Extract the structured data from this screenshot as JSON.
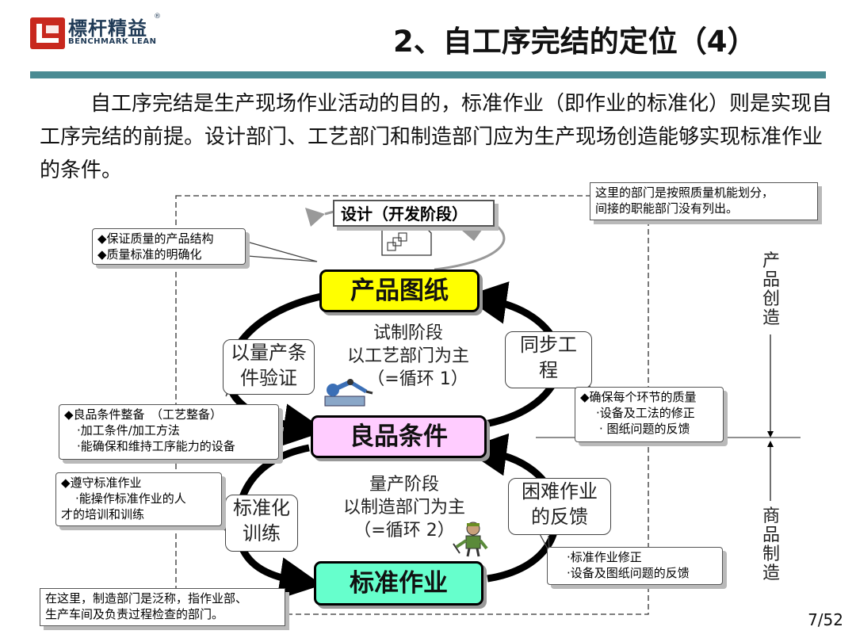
{
  "logo": {
    "cn": "標杆精益",
    "en": "BENCHMARK LEAN",
    "mark": "®"
  },
  "title": "2、自工序完结的定位（4）",
  "intro": "自工序完结是生产现场作业活动的目的，标准作业（即作业的标准化）则是实现自工序完结的前提。设计部门、工艺部门和制造部门应为生产现场创造能够实现标准作业的条件。",
  "design_label": "设计（开发阶段）",
  "note_top_right": [
    "这里的部门是按照质量机能划分，",
    "间接的职能部门没有列出。"
  ],
  "note_design": [
    "◆保证质量的产品结构",
    "◆质量标准的明确化"
  ],
  "box_drawing": "产品图纸",
  "box_conditions": "良品条件",
  "box_standard": "标准作业",
  "trial_phase": [
    "试制阶段",
    "以工艺部门为主",
    "（=循环 1）"
  ],
  "mass_phase": [
    "量产阶段",
    "以制造部门为主",
    "（=循环 2）"
  ],
  "bubble_verify": [
    "以量产条",
    "件验证"
  ],
  "bubble_sync": [
    "同步工",
    "程"
  ],
  "bubble_train": [
    "标准化",
    "训练"
  ],
  "bubble_feedback": [
    "困难作业",
    "的反馈"
  ],
  "note_conditions": [
    "◆良品条件整备　（工艺整备）",
    "·加工条件/加工方法",
    "·能确保和维持工序能力的设备"
  ],
  "note_quality": [
    "◆确保每个环节的质量",
    "·设备及工法的修正",
    "· 图纸问题的反馈"
  ],
  "note_standard": [
    "◆遵守标准作业",
    "·能操作标准作业的人",
    "才的培训和训练"
  ],
  "note_correction": [
    "·标准作业修正",
    "·设备及图纸问题的反馈"
  ],
  "note_bottom": [
    "在这里，制造部门是泛称，指作业部、",
    "生产车间及负责过程检查的部门。"
  ],
  "side_product": "产品创造",
  "side_goods": "商品制造",
  "page": "7/52",
  "colors": {
    "teal": "#4a8b93",
    "yellow": "#ffff00",
    "pink": "#ffccff",
    "green": "#66ffcc",
    "red": "#c8281e"
  }
}
